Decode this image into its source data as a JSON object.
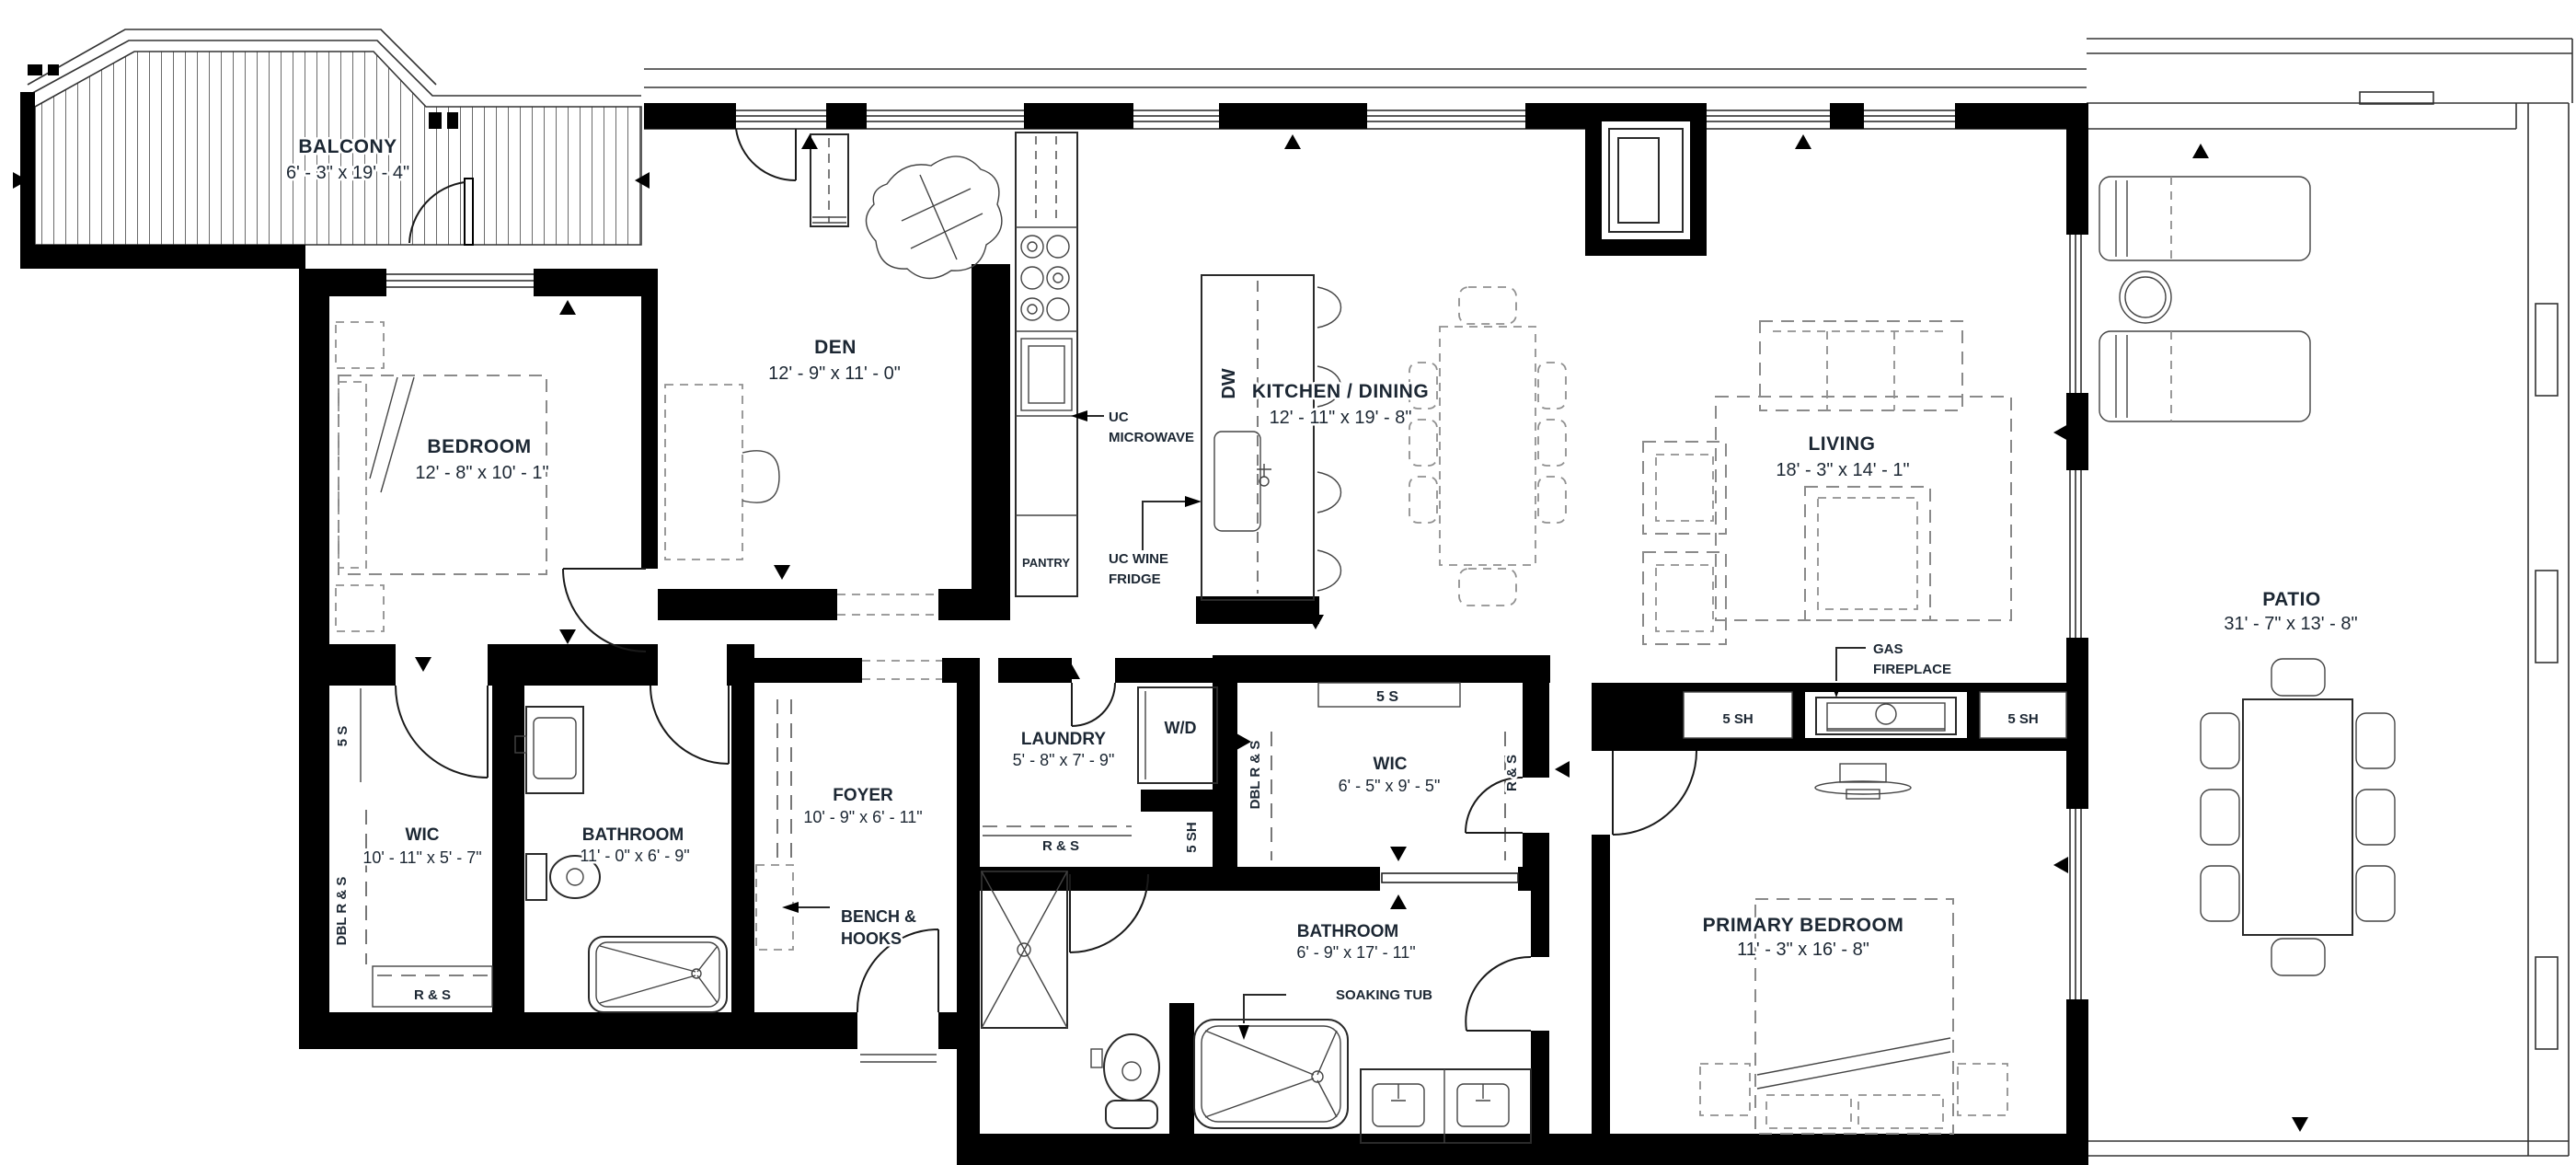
{
  "drawing": {
    "type": "residential floor plan",
    "rooms": {
      "balcony": {
        "name": "BALCONY",
        "dims": "6' - 3\" x 19' - 4\""
      },
      "den": {
        "name": "DEN",
        "dims": "12' - 9\" x 11' - 0\""
      },
      "bedroom": {
        "name": "BEDROOM",
        "dims": "12' - 8\" x 10' - 1\""
      },
      "kitchen_dining": {
        "name": "KITCHEN / DINING",
        "dims": "12' - 11\" x 19' - 8\""
      },
      "living": {
        "name": "LIVING",
        "dims": "18' - 3\" x 14' - 1\""
      },
      "patio": {
        "name": "PATIO",
        "dims": "31' - 7\" x 13' - 8\""
      },
      "wic_guest": {
        "name": "WIC",
        "dims": "10' - 11\" x 5' - 7\""
      },
      "bathroom_guest": {
        "name": "BATHROOM",
        "dims": "11' - 0\" x 6' - 9\""
      },
      "foyer": {
        "name": "FOYER",
        "dims": "10' - 9\" x 6' - 11\""
      },
      "laundry": {
        "name": "LAUNDRY",
        "dims": "5' - 8\" x 7' - 9\""
      },
      "wic_primary": {
        "name": "WIC",
        "dims": "6' - 5\" x 9' - 5\""
      },
      "bathroom_primary": {
        "name": "BATHROOM",
        "dims": "6' - 9\" x 17' - 11\""
      },
      "primary_bedroom": {
        "name": "PRIMARY BEDROOM",
        "dims": "11' - 3\" x 16' - 8\""
      }
    },
    "labels": {
      "dw": "DW",
      "wd": "W/D",
      "pantry": "PANTRY",
      "uc_microwave_line1": "UC",
      "uc_microwave_line2": "MICROWAVE",
      "uc_wine_line1": "UC WINE",
      "uc_wine_line2": "FRIDGE",
      "bench_line1": "BENCH &",
      "bench_line2": "HOOKS",
      "soaking_tub": "SOAKING TUB",
      "gas_line1": "GAS",
      "gas_line2": "FIREPLACE",
      "rod_shelf": "R & S",
      "dbl_rod_shelf": "DBL R & S",
      "five_shelves": "5 S",
      "five_sh": "5 SH"
    },
    "colors": {
      "wall": "#000000",
      "text": "#1c2733",
      "furniture_dash": "#8a8a8a"
    }
  }
}
